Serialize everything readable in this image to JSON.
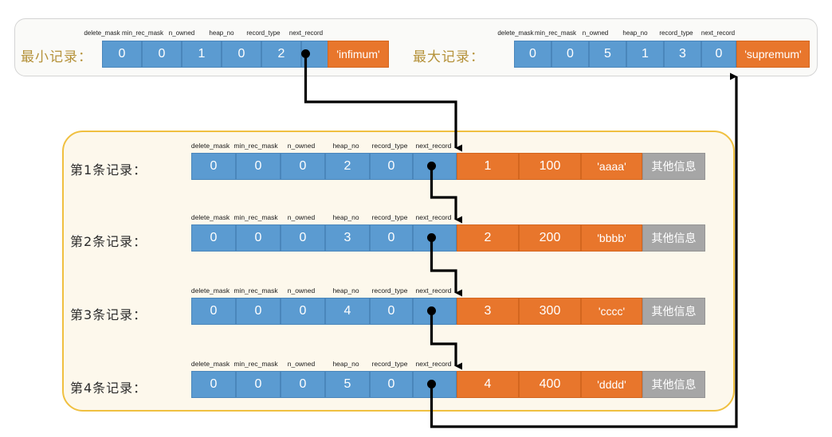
{
  "diagram": {
    "title_alt": "InnoDB page record linked list",
    "colors": {
      "blue": "#5b9bd1",
      "orange": "#e8762c",
      "gray": "#a6a6a6",
      "panel_border": "#f0c040",
      "panel_bg": "#fdf8ec",
      "label_gold": "#b5923a",
      "connector": "#000000"
    }
  },
  "field_labels": [
    "delete_mask",
    "min_rec_mask",
    "n_owned",
    "heap_no",
    "record_type",
    "next_record"
  ],
  "top": {
    "infimum": {
      "label": "最小记录：",
      "fields": [
        "delete_mask",
        "min_rec_mask",
        "n_owned",
        "heap_no",
        "record_type",
        "next_record"
      ],
      "values": [
        "0",
        "0",
        "1",
        "0",
        "2",
        ""
      ],
      "tail": "'infimum'"
    },
    "supremum": {
      "label": "最大记录：",
      "fields": [
        "delete_mask",
        "min_rec_mask",
        "n_owned",
        "heap_no",
        "record_type",
        "next_record"
      ],
      "values": [
        "0",
        "0",
        "5",
        "1",
        "3",
        "0"
      ],
      "tail": "'supremum'"
    }
  },
  "records": [
    {
      "label": "第1条记录：",
      "values": [
        "0",
        "0",
        "0",
        "2",
        "0",
        ""
      ],
      "data": [
        "1",
        "100",
        "'aaaa'"
      ],
      "other": "其他信息"
    },
    {
      "label": "第2条记录：",
      "values": [
        "0",
        "0",
        "0",
        "3",
        "0",
        ""
      ],
      "data": [
        "2",
        "200",
        "'bbbb'"
      ],
      "other": "其他信息"
    },
    {
      "label": "第3条记录：",
      "values": [
        "0",
        "0",
        "0",
        "4",
        "0",
        ""
      ],
      "data": [
        "3",
        "300",
        "'cccc'"
      ],
      "other": "其他信息"
    },
    {
      "label": "第4条记录：",
      "values": [
        "0",
        "0",
        "0",
        "5",
        "0",
        ""
      ],
      "data": [
        "4",
        "400",
        "'dddd'"
      ],
      "other": "其他信息"
    }
  ]
}
